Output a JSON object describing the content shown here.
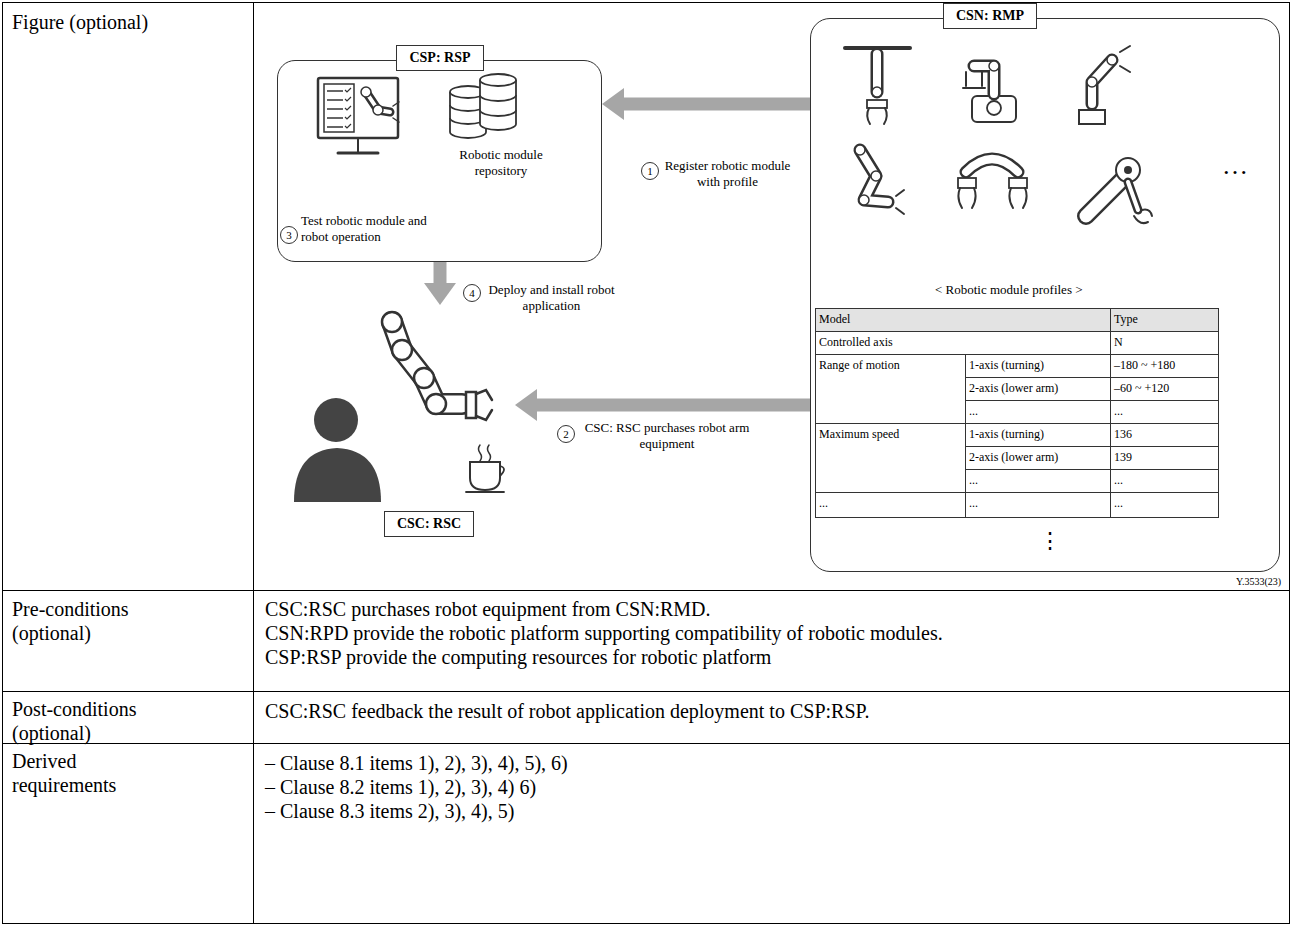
{
  "diagram": {
    "nodes": [
      {
        "text": [
          "CSP: RSP",
          "Robotic module repository",
          "Test robotic module and robot operation"
        ]
      },
      {
        "text": [
          "CSN: RMP"
        ]
      },
      {
        "text": [
          "CSC: RSC"
        ]
      }
    ],
    "edges": [
      {
        "from": 1,
        "to": 0,
        "arrow": "to",
        "label": "Register robotic module with profile"
      },
      {
        "from": 0,
        "to": 2,
        "arrow": "to",
        "label": "Deploy and install robot application"
      },
      {
        "from": 1,
        "to": 2,
        "arrow": "to",
        "label": "CSC: RSC purchases robot arm equipment"
      }
    ],
    "labels": [
      "Figure (optional)",
      "Pre-conditions (optional)",
      "CSC:RSC purchases robot equipment from CSN:RMD.",
      "CSN:RPD provide the robotic platform supporting compatibility of robotic modules.",
      "CSP:RSP provide the computing resources for robotic platform",
      "Post-conditions (optional)",
      "CSC:RSC feedback the result of robot application deployment to CSP:RSP.",
      "Derived requirements",
      "– Clause 8.1 items 1), 2), 3), 4), 5), 6)",
      "– Clause 8.2 items 1), 2), 3), 4) 6)",
      "– Clause 8.3 items 2), 3), 4), 5)",
      "1",
      "2",
      "3",
      "4",
      "…",
      "< Robotic module profiles >",
      "Model",
      "Type",
      "Controlled axis",
      "N",
      "Range of motion",
      "1-axis (turning)",
      "–180 ~ +180",
      "2-axis (lower arm)",
      "–60 ~ +120",
      "...",
      "...",
      "Maximum speed",
      "1-axis (turning)",
      "136",
      "2-axis (lower arm)",
      "139",
      "...",
      "...",
      "...",
      "...",
      "...",
      "⋮",
      "Y.3533(23)"
    ]
  }
}
